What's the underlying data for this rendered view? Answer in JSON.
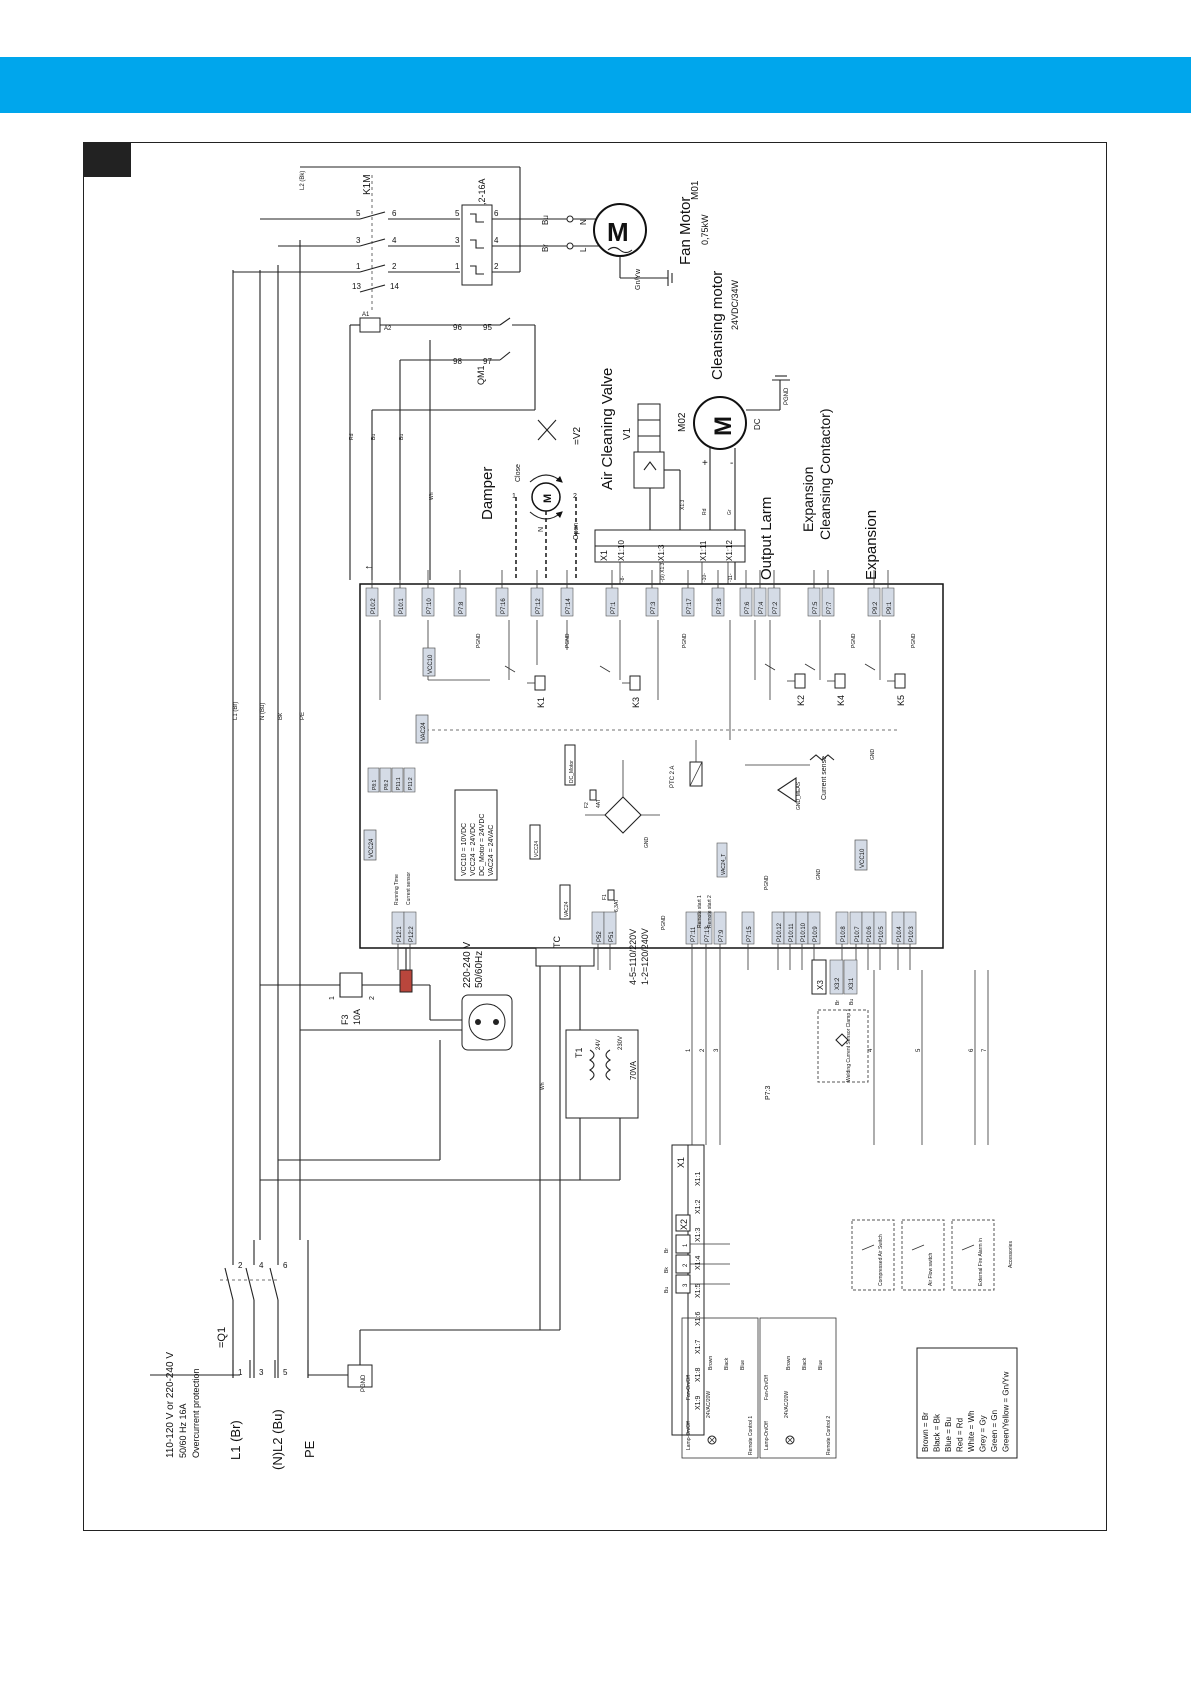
{
  "colors": {
    "banner": "#00a6ec",
    "corner": "#222222",
    "frame": "#222222",
    "terminal_fill": "#d4dbe6"
  },
  "supply": {
    "voltage": "110-120 V or 220-240 V",
    "freq": "50/60 Hz  16A",
    "protection": "Overcurrent protection",
    "breaker": "=Q1",
    "l1": "L1 (Br)",
    "l2": "(N)L2 (Bu)",
    "pe": "PE",
    "q1_pins": [
      "1",
      "2",
      "3",
      "4",
      "5",
      "6"
    ]
  },
  "contactor": {
    "name": "K1M",
    "pins": [
      "1",
      "2",
      "3",
      "4",
      "5",
      "6",
      "13",
      "14",
      "A1",
      "A2"
    ],
    "wire_label": "L2 (Bk)"
  },
  "overload": {
    "name": "QM1",
    "rating": "3,2-16A",
    "pins": [
      "1",
      "2",
      "3",
      "4",
      "5",
      "6",
      "95",
      "96",
      "97",
      "98"
    ]
  },
  "fan_motor": {
    "tag": "M01",
    "name": "Fan Motor",
    "power": "0,75kW",
    "terminals": [
      "Bu",
      "N",
      "Br",
      "L",
      "Gn/Yw"
    ]
  },
  "cleansing_motor": {
    "tag": "M02",
    "name": "Cleansing motor",
    "rating": "24VDC/34W",
    "symbol": "M",
    "dc": "DC",
    "plus": "+",
    "minus": "-",
    "ground": "PGND"
  },
  "air_valve": {
    "name": "Air Cleaning Valve",
    "tag": "V1",
    "wire": "X1:3"
  },
  "damper": {
    "name": "Damper",
    "tag": "=V2",
    "close": "Close",
    "open": "Open",
    "symbol": "M",
    "n": "N",
    "pin1": "1",
    "pin2": "2"
  },
  "x1_top": {
    "header": "X1",
    "rows": [
      "X1:10",
      "X1:3",
      "X1:11",
      "X1:12"
    ],
    "wires": [
      "-8-",
      "-(9) X1:3-",
      "-10-",
      "-11-"
    ]
  },
  "sections": {
    "output_larm": "Output Larm",
    "expansion_1": "Expansion",
    "expansion_1b": "Cleansing Contactor)",
    "expansion_2": "Expansion"
  },
  "board": {
    "top_pins": [
      "P10:2",
      "P10:1",
      "P7:10",
      "P7:8",
      "P7:16",
      "P7:12",
      "P7:14",
      "P7:1",
      "P7:3",
      "P7:17",
      "P7:18",
      "P7:6",
      "P7:4",
      "P7:2",
      "P7:5",
      "P7:7",
      "P9:2",
      "P9:1"
    ],
    "bottom_pins": [
      "P12:1",
      "P12:2",
      "P52",
      "P51",
      "P7:11",
      "P7:13",
      "P7:9",
      "P7:15",
      "P10:12",
      "P10:11",
      "P10:10",
      "P10:9",
      "P10:8",
      "P10:7",
      "P10:6",
      "P10:5",
      "P10:4",
      "P10:3"
    ],
    "relays": [
      "K1",
      "K3",
      "K2",
      "K4",
      "K5"
    ],
    "supply_notes": [
      "VCC10 = 10VDC",
      "VCC24 = 24VDC",
      "DC_Motor = 24VDC",
      "VAC24 = 24VAC"
    ],
    "vcc10": "VCC10",
    "vac24": "VAC24",
    "vcc24": "VCC24",
    "p8_pins": [
      "P8:1",
      "P8:2",
      "P11:1",
      "P11:2"
    ],
    "dc_motor": "DC_Motor",
    "fuse_f1": "F1",
    "fuse_f1_rating": "6,3AT",
    "fuse_f2": "F2",
    "fuse_f2_rating": "4AT",
    "ptc": "PTC 2 A",
    "gnd": "GND",
    "pgnd": "PGND",
    "gnd_meas": "GND_MEAS",
    "current_sense": "Current sense",
    "running_time": "Running Time",
    "current_sensor": "Current sensor",
    "remote1": "Remote start 1",
    "remote2": "Remote start 2",
    "vac24_t": "VAC24_T"
  },
  "socket": {
    "voltage": "220-240 V",
    "freq": "50/60Hz",
    "fuse": "F3",
    "fuse_rating": "10A",
    "pin1": "1",
    "pin2": "2"
  },
  "transformer": {
    "tag": "T1",
    "power": "70VA",
    "secondary": "24V",
    "primary": "230V",
    "taps": [
      "4-5=110/220V",
      "1-2=120/240V"
    ],
    "tc": "TC",
    "wh": "Wh",
    "p73": "P7:3"
  },
  "x1_bottom": {
    "header": "X1",
    "rows": [
      "X1:1",
      "X1:2",
      "X1:3",
      "X1:4",
      "X1:5",
      "X1:6",
      "X1:7",
      "X1:8",
      "X1:9"
    ],
    "wires": [
      "1",
      "2",
      "3",
      "4",
      "5",
      "6",
      "7"
    ]
  },
  "x2": {
    "header": "X2",
    "rows": [
      "1",
      "2",
      "3"
    ],
    "wires": [
      "Br",
      "Bk",
      "Bu"
    ]
  },
  "x3": {
    "header": "X3",
    "rows": [
      "X3:2",
      "X3:1"
    ],
    "sensor": "Welding Current Sensor Clamp 1",
    "wires": [
      "Br",
      "Bu"
    ]
  },
  "accessories": {
    "items": [
      "Compressed Air Switch",
      "Air Flow switch",
      "External Fire Alarm in"
    ],
    "label": "Accessories"
  },
  "remote_controls": [
    {
      "name": "Remote Control 1",
      "lamp": "Lamp-On/Off",
      "fan": "Fan-On/Off",
      "ac": "24VAC/20W",
      "wires": [
        "Brown",
        "Black",
        "Blue"
      ]
    },
    {
      "name": "Remote Control 2",
      "lamp": "Lamp-On/Off",
      "fan": "Fan-On/Off",
      "ac": "24VAC/20W",
      "wires": [
        "Brown",
        "Black",
        "Blue"
      ]
    }
  ],
  "pgnd_bottom": "PGND",
  "legend": [
    "Brown = Br",
    "Black = Bk",
    "Blue = Bu",
    "Red = Rd",
    "White = Wh",
    "Grey = Gy",
    "Green = Gn",
    "Green/Yellow = Gn/Yw"
  ]
}
